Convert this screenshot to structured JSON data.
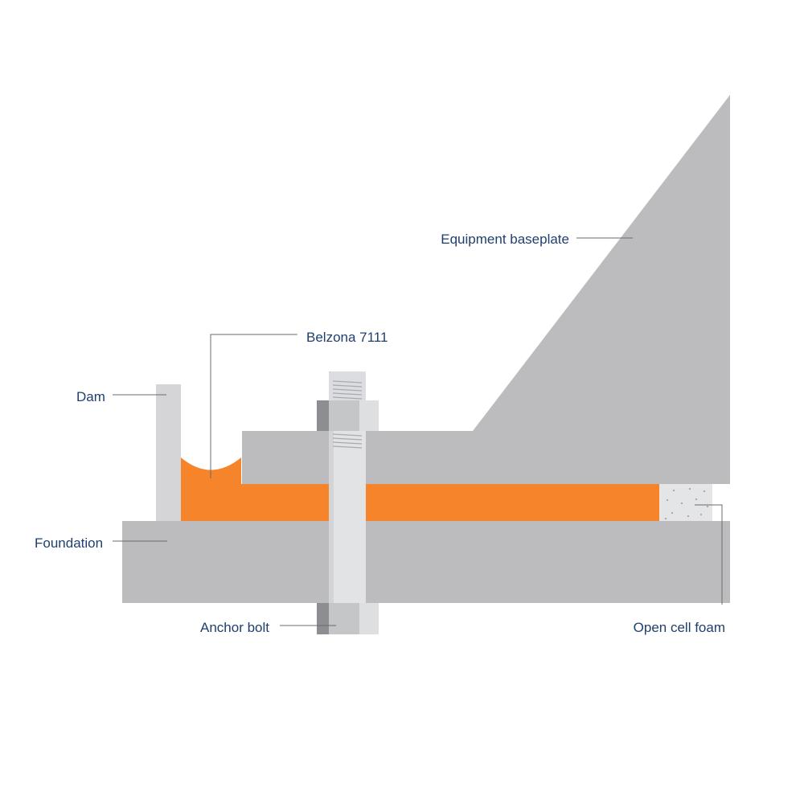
{
  "labels": {
    "baseplate": "Equipment baseplate",
    "belzona": "Belzona 7111",
    "dam": "Dam",
    "foundation": "Foundation",
    "anchor_bolt": "Anchor bolt",
    "foam": "Open cell foam"
  },
  "colors": {
    "label_text": "#1f3f6e",
    "leader_line": "#6b6b6b",
    "concrete_grey": "#bcbcbe",
    "dam_grey": "#d5d5d7",
    "grout_orange": "#f5842a",
    "foam_fill": "#e4e5e7",
    "bolt_light": "#e2e3e5",
    "nut_dark": "#8d8e91",
    "nut_mid": "#c5c6c8",
    "nut_light": "#dedfe1"
  }
}
